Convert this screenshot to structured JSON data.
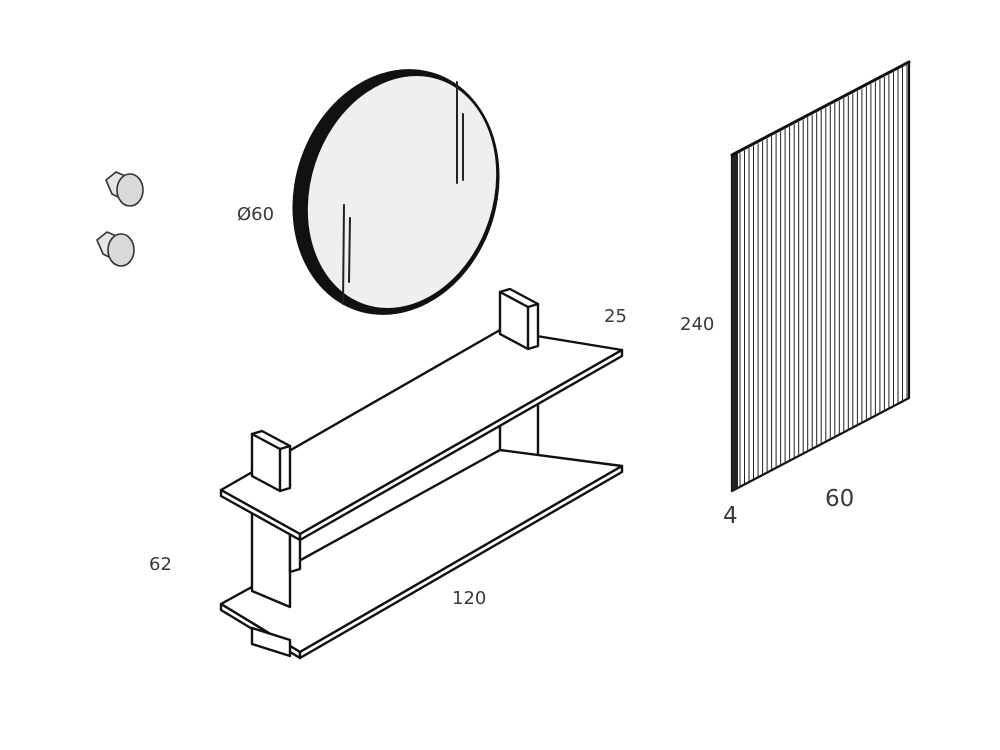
{
  "dimensions": {
    "mirror_diameter": "Ø60",
    "shelf_depth": "25",
    "shelf_height": "62",
    "shelf_width": "120",
    "panel_height": "240",
    "panel_thickness": "4",
    "panel_width": "60"
  },
  "colors": {
    "line": "#111111",
    "label": "#3a3a3a",
    "mirror_glass": "#efefef",
    "hook": "#d9d9d9"
  },
  "panel": {
    "groove_count": 38
  }
}
